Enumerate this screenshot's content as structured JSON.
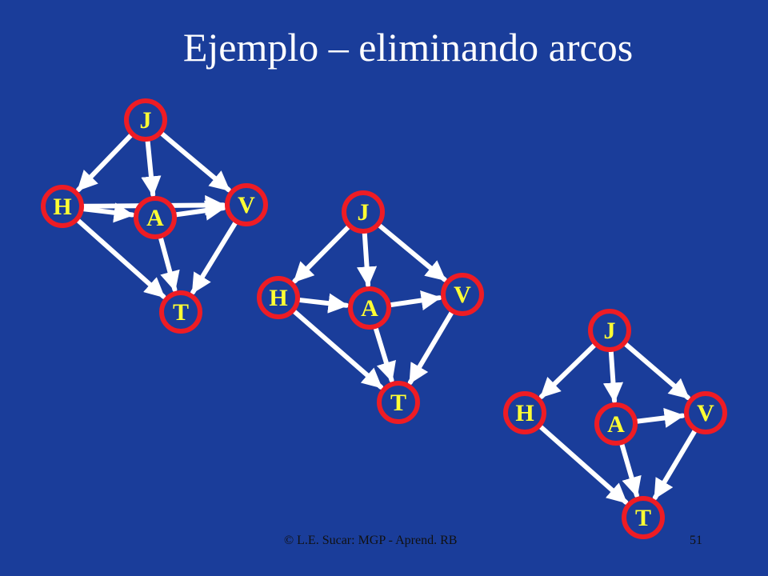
{
  "slide": {
    "title": "Ejemplo – eliminando arcos",
    "footer_credit": "© L.E. Sucar: MGP - Aprend. RB",
    "page_number": "51"
  },
  "colors": {
    "background": "#1a3d9a",
    "node_stroke": "#ee1c24",
    "node_fill": "#1a3d9a",
    "label": "#ffff33",
    "edge": "#ffffff",
    "title": "#ffffff",
    "footer": "#111111"
  },
  "graphs": [
    {
      "nodes": [
        {
          "id": "J",
          "label": "J"
        },
        {
          "id": "H",
          "label": "H"
        },
        {
          "id": "A",
          "label": "A"
        },
        {
          "id": "V",
          "label": "V"
        },
        {
          "id": "T",
          "label": "T"
        }
      ],
      "edges": [
        {
          "from": "J",
          "to": "H"
        },
        {
          "from": "J",
          "to": "A"
        },
        {
          "from": "J",
          "to": "V"
        },
        {
          "from": "H",
          "to": "V"
        },
        {
          "from": "H",
          "to": "A"
        },
        {
          "from": "A",
          "to": "V"
        },
        {
          "from": "H",
          "to": "T"
        },
        {
          "from": "A",
          "to": "T"
        },
        {
          "from": "V",
          "to": "T"
        }
      ]
    },
    {
      "nodes": [
        {
          "id": "J",
          "label": "J"
        },
        {
          "id": "H",
          "label": "H"
        },
        {
          "id": "A",
          "label": "A"
        },
        {
          "id": "V",
          "label": "V"
        },
        {
          "id": "T",
          "label": "T"
        }
      ],
      "edges": [
        {
          "from": "J",
          "to": "H"
        },
        {
          "from": "J",
          "to": "A"
        },
        {
          "from": "J",
          "to": "V"
        },
        {
          "from": "H",
          "to": "A"
        },
        {
          "from": "A",
          "to": "V"
        },
        {
          "from": "H",
          "to": "T"
        },
        {
          "from": "A",
          "to": "T"
        },
        {
          "from": "V",
          "to": "T"
        }
      ]
    },
    {
      "nodes": [
        {
          "id": "J",
          "label": "J"
        },
        {
          "id": "H",
          "label": "H"
        },
        {
          "id": "A",
          "label": "A"
        },
        {
          "id": "V",
          "label": "V"
        },
        {
          "id": "T",
          "label": "T"
        }
      ],
      "edges": [
        {
          "from": "J",
          "to": "H"
        },
        {
          "from": "J",
          "to": "A"
        },
        {
          "from": "J",
          "to": "V"
        },
        {
          "from": "A",
          "to": "V"
        },
        {
          "from": "H",
          "to": "T"
        },
        {
          "from": "A",
          "to": "T"
        },
        {
          "from": "V",
          "to": "T"
        }
      ]
    }
  ]
}
